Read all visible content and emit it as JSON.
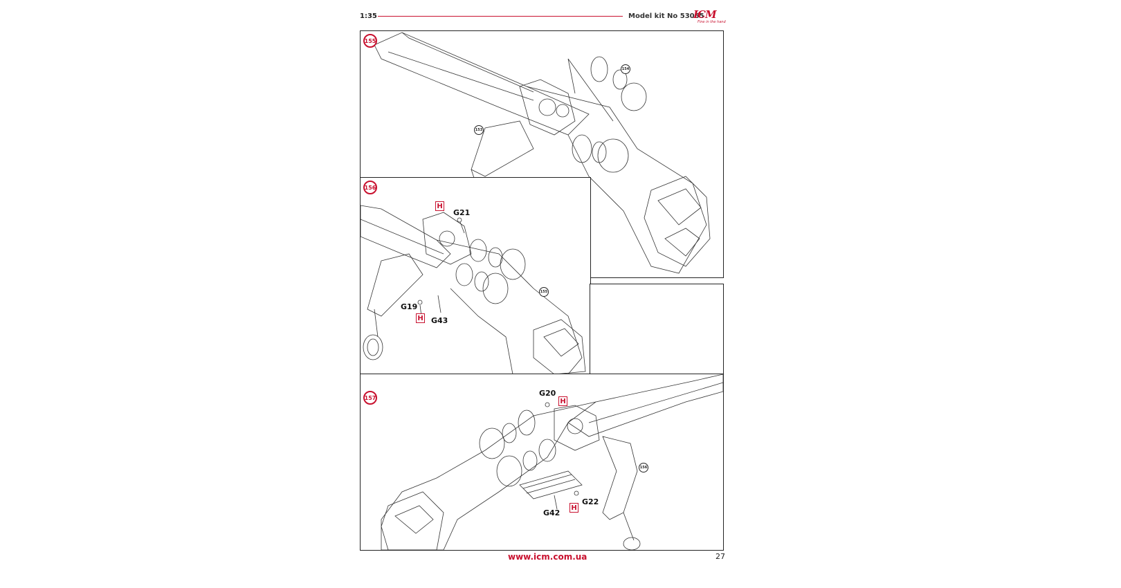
{
  "header": {
    "scale": "1:35",
    "kit_label": "Model kit No 53055",
    "logo_text": "ICM",
    "logo_tagline": "Fine in the hand"
  },
  "steps": [
    {
      "number": "155",
      "refs": [
        "154",
        "153"
      ],
      "labels": []
    },
    {
      "number": "156",
      "refs": [
        "155"
      ],
      "labels": [
        {
          "part": "G21",
          "paint": "H"
        },
        {
          "part": "G19",
          "paint": "H"
        },
        {
          "part": "G43",
          "paint": ""
        }
      ]
    },
    {
      "number": "157",
      "refs": [
        "156"
      ],
      "labels": [
        {
          "part": "G20",
          "paint": "H"
        },
        {
          "part": "G22",
          "paint": "H"
        },
        {
          "part": "G42",
          "paint": ""
        }
      ]
    }
  ],
  "footer": {
    "url": "www.icm.com.ua",
    "page_number": "27"
  },
  "colors": {
    "accent": "#c8102e",
    "line": "#222222"
  }
}
